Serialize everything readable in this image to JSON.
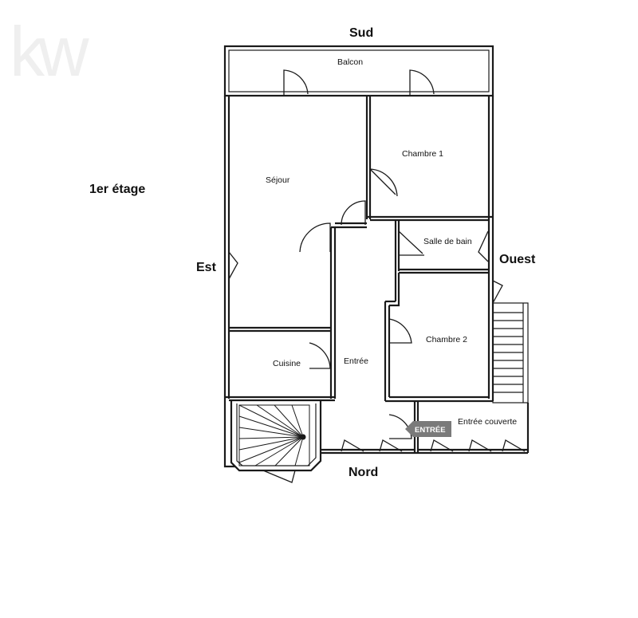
{
  "logo": {
    "text": "kw"
  },
  "floor_label": "1er étage",
  "compass": {
    "north": "Nord",
    "south": "Sud",
    "east": "Est",
    "west": "Ouest"
  },
  "rooms": {
    "balcon": "Balcon",
    "sejour": "Séjour",
    "chambre1": "Chambre 1",
    "salle_de_bain": "Salle de bain",
    "chambre2": "Chambre 2",
    "cuisine": "Cuisine",
    "entree": "Entrée",
    "entree_couverte": "Entrée couverte"
  },
  "entry_sign": "ENTRÉE",
  "colors": {
    "walls": "#1a1a1a",
    "entry_sign": "#7a7a7a",
    "logo": "#efefef"
  }
}
